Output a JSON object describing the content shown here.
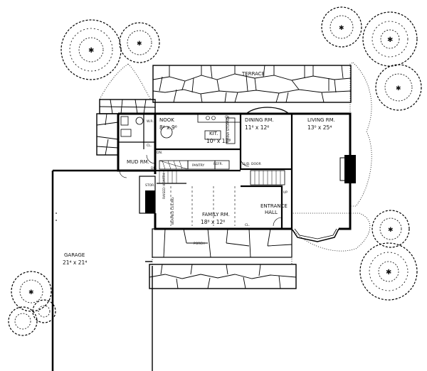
{
  "rooms": {
    "terrace": "TERRACE",
    "nook": {
      "name": "NOOK",
      "size": "8⁴ x 9⁶"
    },
    "kitchen": {
      "name": "KIT.",
      "size": "10⁰ x 12⁶"
    },
    "dining": {
      "name": "DINING RM.",
      "size": "11⁶ x 12⁶"
    },
    "living": {
      "name": "LIVING RM.",
      "size": "13⁰ x 25⁴"
    },
    "mud": "MUD RM.",
    "entrance": {
      "line1": "ENTRANCE",
      "line2": "HALL"
    },
    "family": {
      "name": "FAMILY RM.",
      "size": "18⁶ x 12⁶"
    },
    "porch": "PORCH",
    "garage": {
      "name": "GARAGE",
      "size": "21⁴ x 21⁴"
    }
  },
  "small_labels": {
    "wr": "W.R.",
    "cl": "CL.",
    "dn": "DN.",
    "up": "UP",
    "pantry": "PANTRY",
    "refr": "REFR.",
    "stor": "STOR.",
    "slid_door": "SLID. DOOR",
    "raised_hearth": "RAISED HEARTH",
    "beamed_ceiling": "BEAMED CEILING",
    "china_storage": "CHINA STORAGE"
  }
}
